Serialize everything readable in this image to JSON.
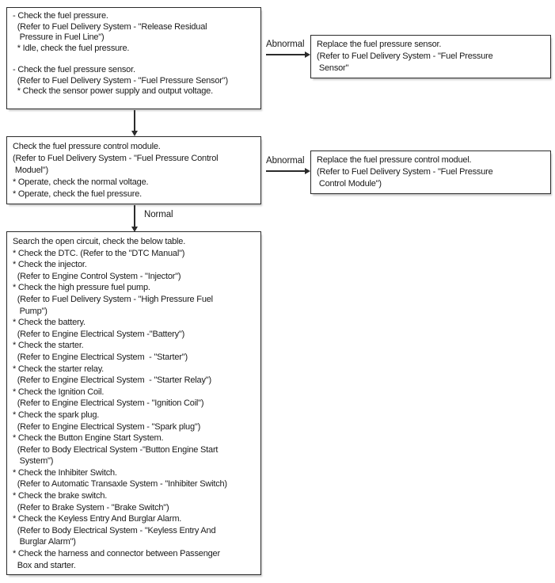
{
  "flowchart": {
    "colors": {
      "border": "#2b2b2b",
      "text": "#1a1a1a",
      "background": "#ffffff"
    },
    "labels": {
      "abnormal": "Abnormal",
      "normal": "Normal"
    },
    "boxes": {
      "step1": {
        "lines": [
          "- Check the fuel pressure.",
          "  (Refer to Fuel Delivery System - \"Release Residual",
          "   Pressure in Fuel Line\")",
          "  * Idle, check the fuel pressure.",
          "",
          "- Check the fuel pressure sensor.",
          "  (Refer to Fuel Delivery System - \"Fuel Pressure Sensor\")",
          "  * Check the sensor power supply and output voltage."
        ]
      },
      "result1": {
        "lines": [
          "Replace the fuel pressure sensor.",
          "(Refer to Fuel Delivery System - \"Fuel Pressure",
          " Sensor\""
        ]
      },
      "step2": {
        "lines": [
          "Check the fuel pressure control module.",
          "(Refer to Fuel Delivery System - \"Fuel Pressure Control",
          " Moduel\")",
          "* Operate, check the normal voltage.",
          "* Operate, check the fuel pressure."
        ]
      },
      "result2": {
        "lines": [
          "Replace the fuel pressure control moduel.",
          "(Refer to Fuel Delivery System - \"Fuel Pressure",
          " Control Module\")"
        ]
      },
      "step3": {
        "lines": [
          "Search the open circuit, check the below table.",
          "* Check the DTC. (Refer to the \"DTC Manual\")",
          "* Check the injector.",
          "  (Refer to Engine Control System - \"Injector\")",
          "* Check the high pressure fuel pump.",
          "  (Refer to Fuel Delivery System - \"High Pressure Fuel",
          "   Pump\")",
          "* Check the battery.",
          "  (Refer to Engine Electrical System -\"Battery\")",
          "* Check the starter.",
          "  (Refer to Engine Electrical System  - \"Starter\")",
          "* Check the starter relay.",
          "  (Refer to Engine Electrical System  - \"Starter Relay\")",
          "* Check the Ignition Coil.",
          "  (Refer to Engine Electrical System - \"Ignition Coil\")",
          "* Check the spark plug.",
          "  (Refer to Engine Electrical System - \"Spark plug\")",
          "* Check the Button Engine Start System.",
          "  (Refer to Body Electrical System -\"Button Engine Start",
          "   System\")",
          "* Check the Inhibiter Switch.",
          "  (Refer to Automatic Transaxle System - \"Inhibiter Switch)",
          "* Check the brake switch.",
          "  (Refer to Brake System - \"Brake Switch\")",
          "* Check the Keyless Entry And Burglar Alarm.",
          "  (Refer to Body Electrical System - \"Keyless Entry And",
          "   Burglar Alarm\")",
          "* Check the harness and connector between Passenger",
          "  Box and starter."
        ]
      }
    }
  }
}
